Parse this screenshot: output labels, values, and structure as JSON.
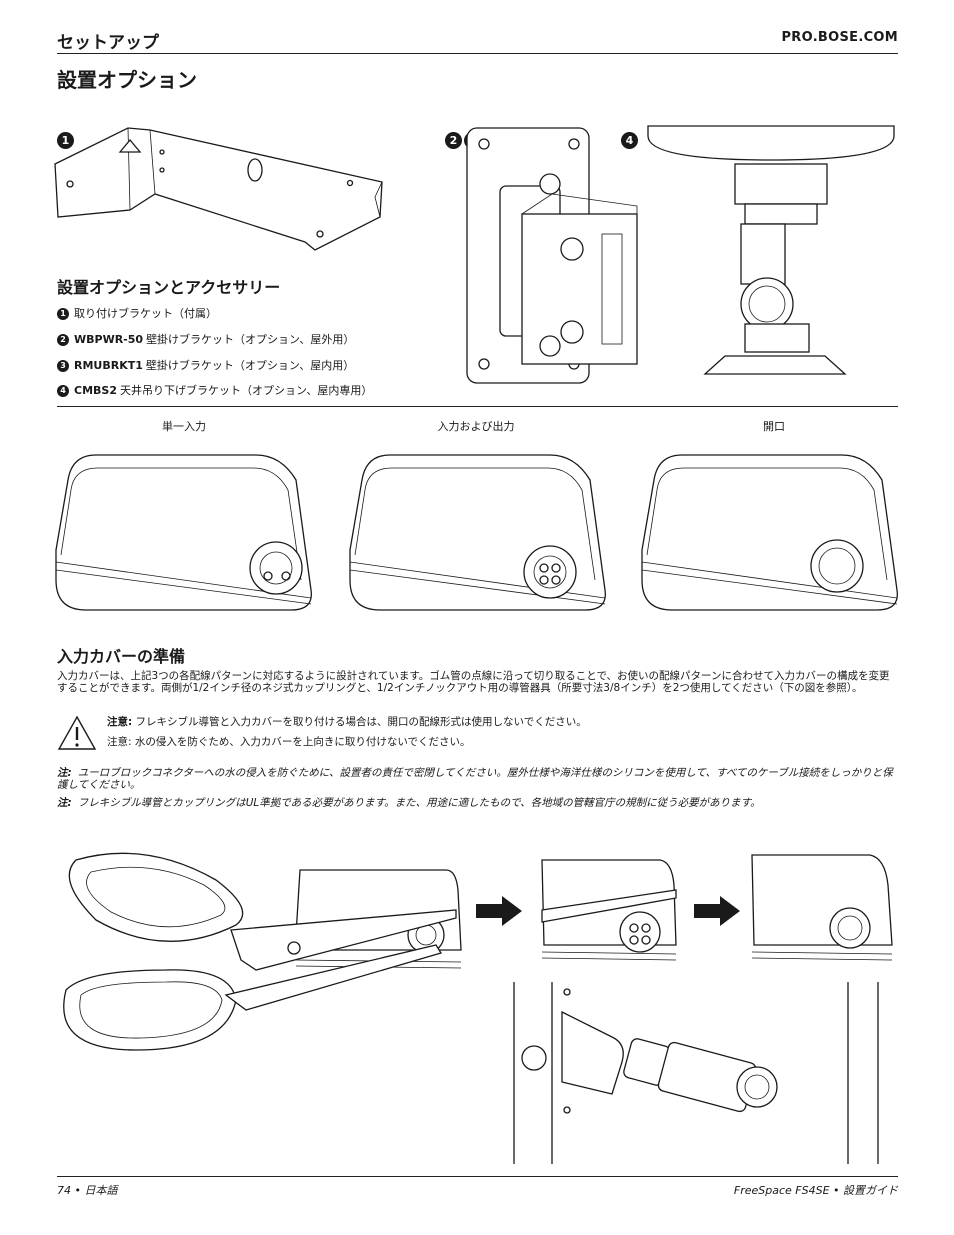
{
  "header": {
    "section": "セットアップ",
    "url": "PRO.BOSE.COM"
  },
  "page_title": "設置オプション",
  "figures": {
    "badge_1": "1",
    "badge_2": "2",
    "badge_3": "3",
    "badge_4": "4"
  },
  "accessories": {
    "title": "設置オプションとアクセサリー",
    "items": [
      {
        "num": "1",
        "model": "",
        "text": "取り付けブラケット（付属）"
      },
      {
        "num": "2",
        "model": "WBPWR-50",
        "text": "壁掛けブラケット（オプション、屋外用）"
      },
      {
        "num": "3",
        "model": "RMUBRKT1",
        "text": "壁掛けブラケット（オプション、屋内用）"
      },
      {
        "num": "4",
        "model": "CMBS2",
        "text": "天井吊り下げブラケット（オプション、屋内専用）"
      }
    ]
  },
  "cover_captions": [
    "単一入力",
    "入力および出力",
    "開口"
  ],
  "input_cover": {
    "title": "入力カバーの準備",
    "body": "入力カバーは、上記3つの各配線パターンに対応するように設計されています。ゴム管の点線に沿って切り取ることで、お使いの配線パターンに合わせて入力カバーの構成を変更することができます。両側が1/2インチ径のネジ式カップリングと、1/2インチノックアウト用の導管器具（所要寸法3/8インチ）を2つ使用してください（下の図を参照）。",
    "caution_label": "注意:",
    "caution_1": "フレキシブル導管と入力カバーを取り付ける場合は、開口の配線形式は使用しないでください。",
    "caution_2": "注意: 水の侵入を防ぐため、入力カバーを上向きに取り付けないでください。"
  },
  "notes": [
    {
      "label": "注:",
      "text": "ユーロブロックコネクターへの水の侵入を防ぐために、設置者の責任で密閉してください。屋外仕様や海洋仕様のシリコンを使用して、すべてのケーブル接続をしっかりと保護してください。"
    },
    {
      "label": "注:",
      "text": "フレキシブル導管とカップリングはUL準拠である必要があります。また、用途に適したもので、各地域の管轄官庁の規制に従う必要があります。"
    }
  ],
  "footer": {
    "left": "74 • 日本語",
    "right": "FreeSpace FS4SE • 設置ガイド"
  }
}
